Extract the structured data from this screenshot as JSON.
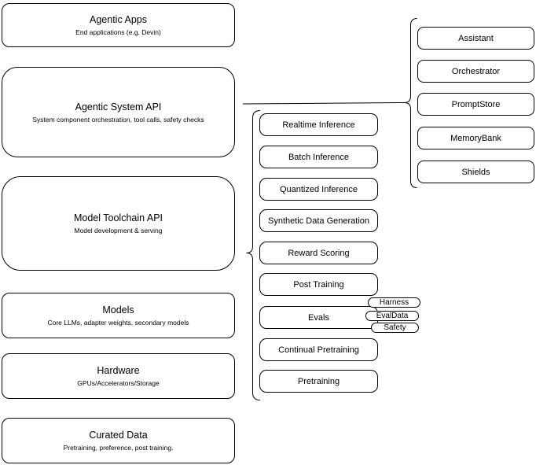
{
  "diagram": {
    "left_column": [
      {
        "title": "Agentic Apps",
        "subtitle": "End applications (e.g. Devin)"
      },
      {
        "title": "Agentic System API",
        "subtitle": "System component orchestration, tool calls, safety checks"
      },
      {
        "title": "Model Toolchain API",
        "subtitle": "Model development & serving"
      },
      {
        "title": "Models",
        "subtitle": "Core LLMs, adapter weights, secondary models"
      },
      {
        "title": "Hardware",
        "subtitle": "GPUs/Accelerators/Storage"
      },
      {
        "title": "Curated Data",
        "subtitle": "Pretraining, preference, post training."
      }
    ],
    "toolchain_components": [
      "Realtime Inference",
      "Batch Inference",
      "Quantized Inference",
      "Synthetic Data Generation",
      "Reward Scoring",
      "Post Training",
      "Evals",
      "Continual Pretraining",
      "Pretraining"
    ],
    "evals_tags": [
      "Harness",
      "EvalData",
      "Safety"
    ],
    "system_components": [
      "Assistant",
      "Orchestrator",
      "PromptStore",
      "MemoryBank",
      "Shields"
    ],
    "colors": {
      "stroke": "#000000",
      "background": "#ffffff",
      "box_fill": "#ffffff",
      "text": "#000000"
    }
  }
}
